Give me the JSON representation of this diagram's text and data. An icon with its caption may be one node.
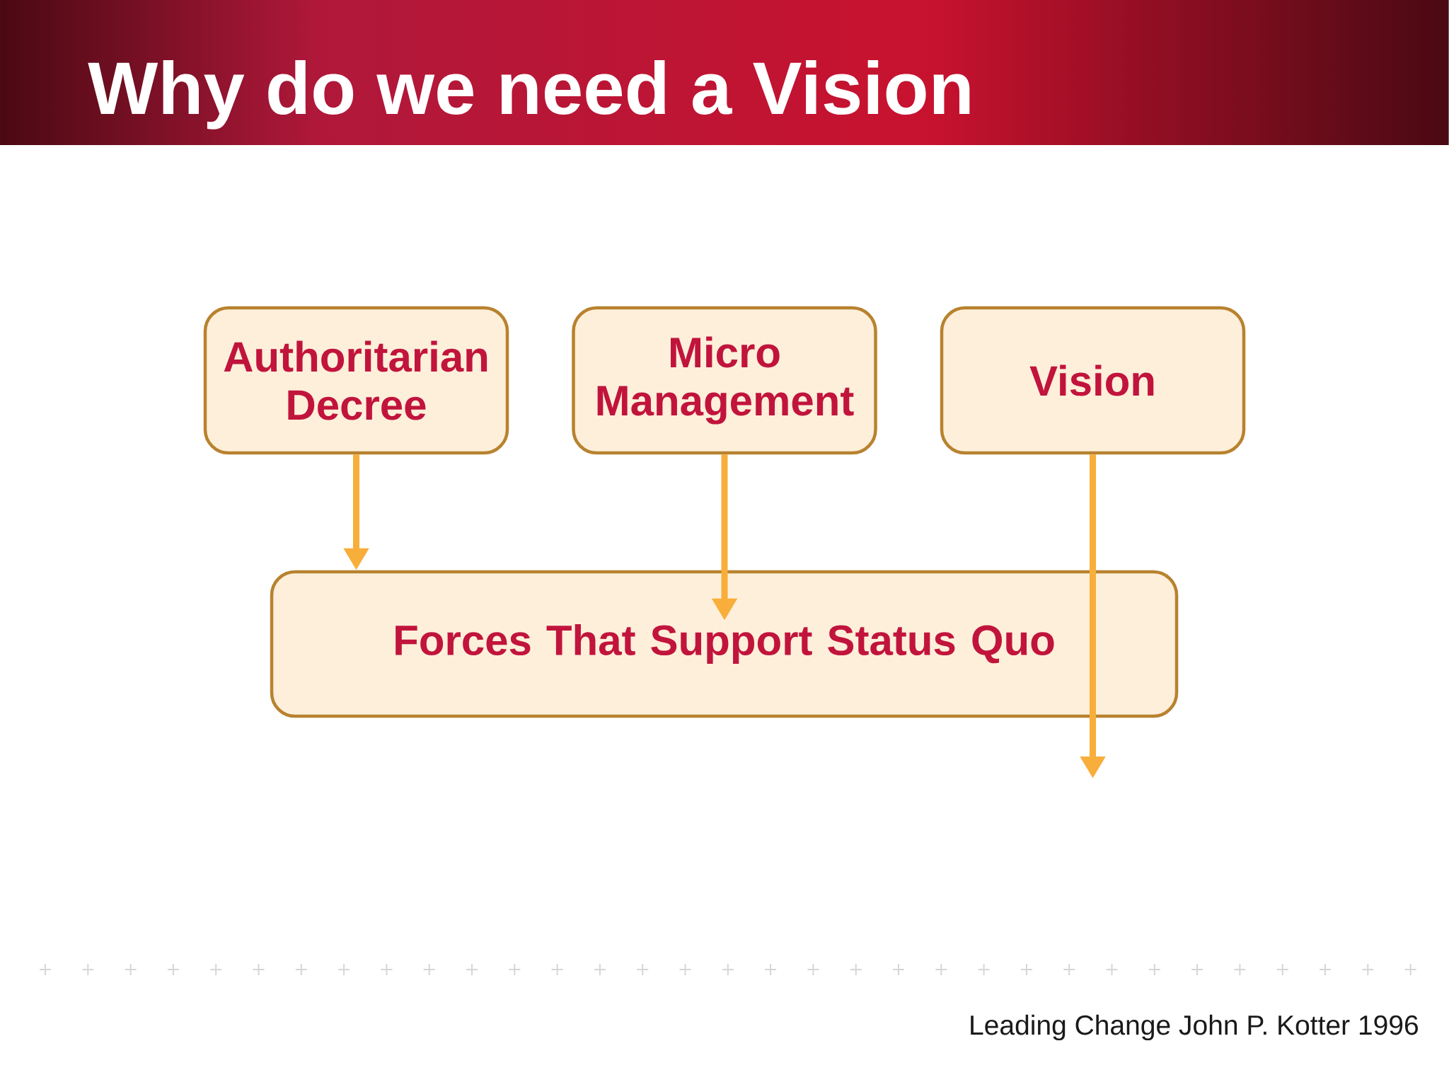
{
  "diagram": {
    "title": "Why do we need a Vision",
    "caption": "Leading Change John P. Kotter 1996",
    "nodes": [
      {
        "text": [
          "Authoritarian Decree"
        ]
      },
      {
        "text": [
          "Micro Management"
        ]
      },
      {
        "text": [
          "Vision"
        ]
      },
      {
        "text": [
          "Forces That Support Status Quo"
        ]
      }
    ],
    "edges": [
      {
        "from": 0,
        "to": 3,
        "arrow": "to"
      },
      {
        "from": 1,
        "to": 3,
        "arrow": "to"
      },
      {
        "from": 2,
        "to": null,
        "arrow": "to"
      }
    ]
  }
}
